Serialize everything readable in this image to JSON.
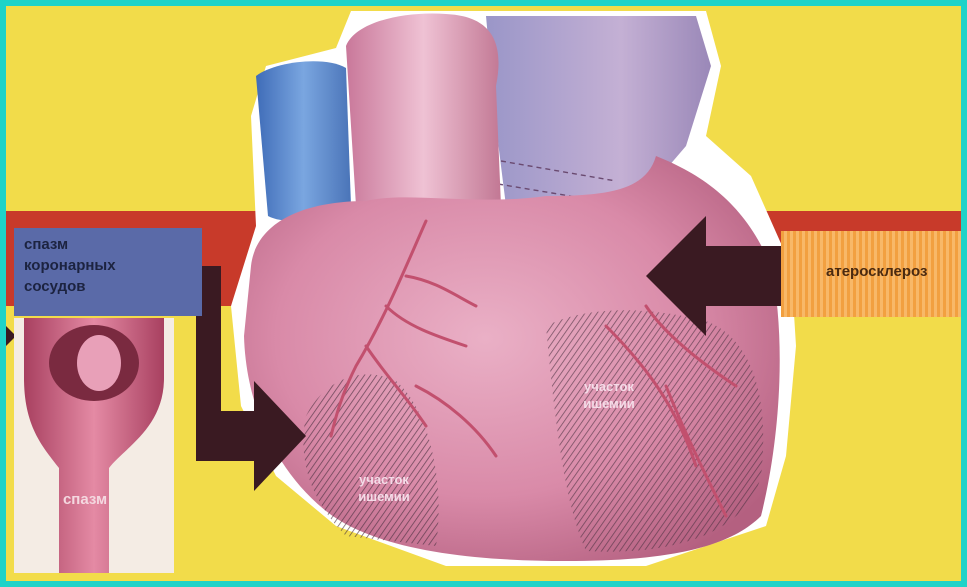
{
  "labels": {
    "spasm_coronary": [
      "спазм",
      "коронарных",
      "сосудов"
    ],
    "atherosclerosis": "атеросклероз",
    "ischemia_right": [
      "участок",
      "ишемии"
    ],
    "ischemia_left": [
      "участок",
      "ишемии"
    ],
    "spasm_vessel": "спазм"
  },
  "colors": {
    "outer_border": "#1fd3c8",
    "background": "#f2dc4a",
    "band": "#c83a2a",
    "spasm_box": "#5a6aa8",
    "ather_box": "#f2a040",
    "heart": "#d98aa8",
    "vessel_blue": "#5a8ad0",
    "arrow": "#3a1a22"
  },
  "icons": {
    "left_arrow": "bent-arrow-right-icon",
    "right_arrow": "arrow-left-icon"
  }
}
